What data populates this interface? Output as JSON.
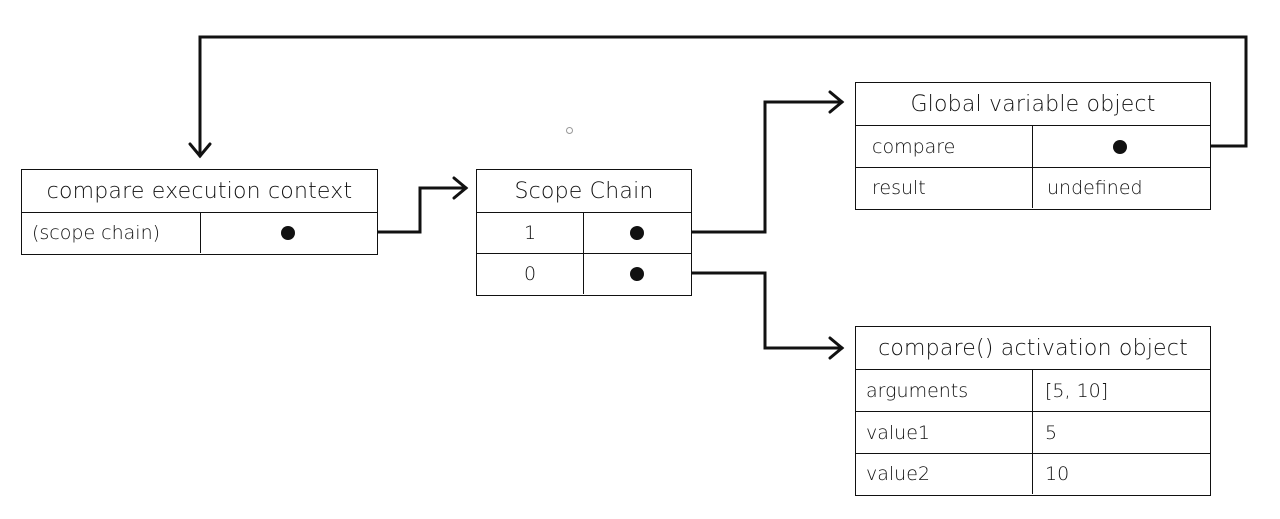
{
  "execution_context": {
    "title": "compare execution context",
    "row_label": "(scope chain)",
    "pointer_icon": "pointer-dot-icon"
  },
  "scope_chain": {
    "title": "Scope Chain",
    "rows": [
      {
        "index": "1",
        "pointer_icon": "pointer-dot-icon"
      },
      {
        "index": "0",
        "pointer_icon": "pointer-dot-icon"
      }
    ]
  },
  "global_variable_object": {
    "title": "Global variable object",
    "rows": [
      {
        "key": "compare",
        "value": ""
      },
      {
        "key": "result",
        "value": "undefined"
      }
    ]
  },
  "activation_object": {
    "title": "compare() activation object",
    "rows": [
      {
        "key": "arguments",
        "value": "[5, 10]"
      },
      {
        "key": "value1",
        "value": "5"
      },
      {
        "key": "value2",
        "value": "10"
      }
    ]
  },
  "colors": {
    "line": "#111111",
    "background": "#ffffff"
  }
}
